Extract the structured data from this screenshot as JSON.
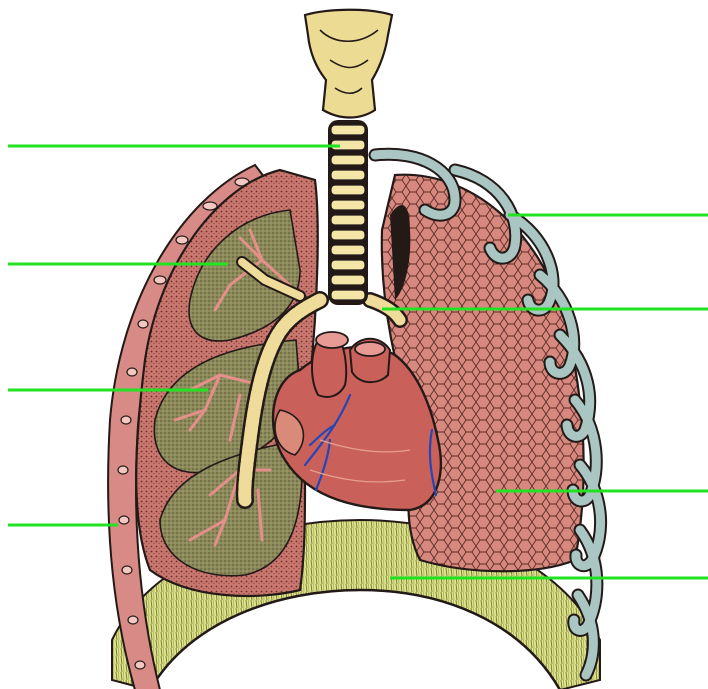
{
  "diagram": {
    "subject": "human-thorax-lungs-heart",
    "colors": {
      "label_line": "#22e322",
      "lung_tissue": "#cf7a74",
      "lung_cut": "#8c8a5a",
      "bronchi": "#f0dc9a",
      "trachea": "#f3e6a6",
      "heart": "#c9605a",
      "ribs": "#a9c6c3",
      "pleura": "#d88b86",
      "diaphragm": "#dfe28f",
      "vessel_blue": "#2447b8",
      "outline": "#231a18"
    },
    "label_lines": [
      {
        "id": "trachea",
        "side": "left"
      },
      {
        "id": "bronchiole-upper",
        "side": "left"
      },
      {
        "id": "bronchus-lower",
        "side": "left"
      },
      {
        "id": "pleura",
        "side": "left"
      },
      {
        "id": "rib",
        "side": "right"
      },
      {
        "id": "bronchus-main",
        "side": "right"
      },
      {
        "id": "lung",
        "side": "right"
      },
      {
        "id": "diaphragm",
        "side": "right"
      }
    ]
  }
}
